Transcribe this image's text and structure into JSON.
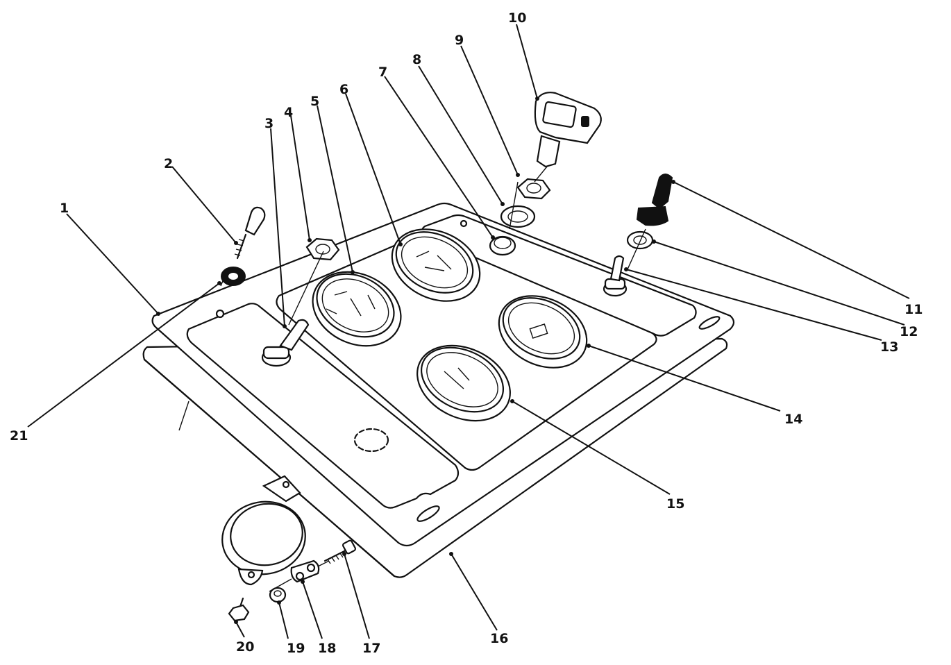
{
  "callouts": [
    {
      "id": "c1",
      "label": "1"
    },
    {
      "id": "c2",
      "label": "2"
    },
    {
      "id": "c3",
      "label": "3"
    },
    {
      "id": "c4",
      "label": "4"
    },
    {
      "id": "c5",
      "label": "5"
    },
    {
      "id": "c6",
      "label": "6"
    },
    {
      "id": "c7",
      "label": "7"
    },
    {
      "id": "c8",
      "label": "8"
    },
    {
      "id": "c9",
      "label": "9"
    },
    {
      "id": "c10",
      "label": "10"
    },
    {
      "id": "c11",
      "label": "11"
    },
    {
      "id": "c12",
      "label": "12"
    },
    {
      "id": "c13",
      "label": "13"
    },
    {
      "id": "c14",
      "label": "14"
    },
    {
      "id": "c15",
      "label": "15"
    },
    {
      "id": "c16",
      "label": "16"
    },
    {
      "id": "c17",
      "label": "17"
    },
    {
      "id": "c18",
      "label": "18"
    },
    {
      "id": "c19",
      "label": "19"
    },
    {
      "id": "c20",
      "label": "20"
    },
    {
      "id": "c21",
      "label": "21"
    }
  ]
}
